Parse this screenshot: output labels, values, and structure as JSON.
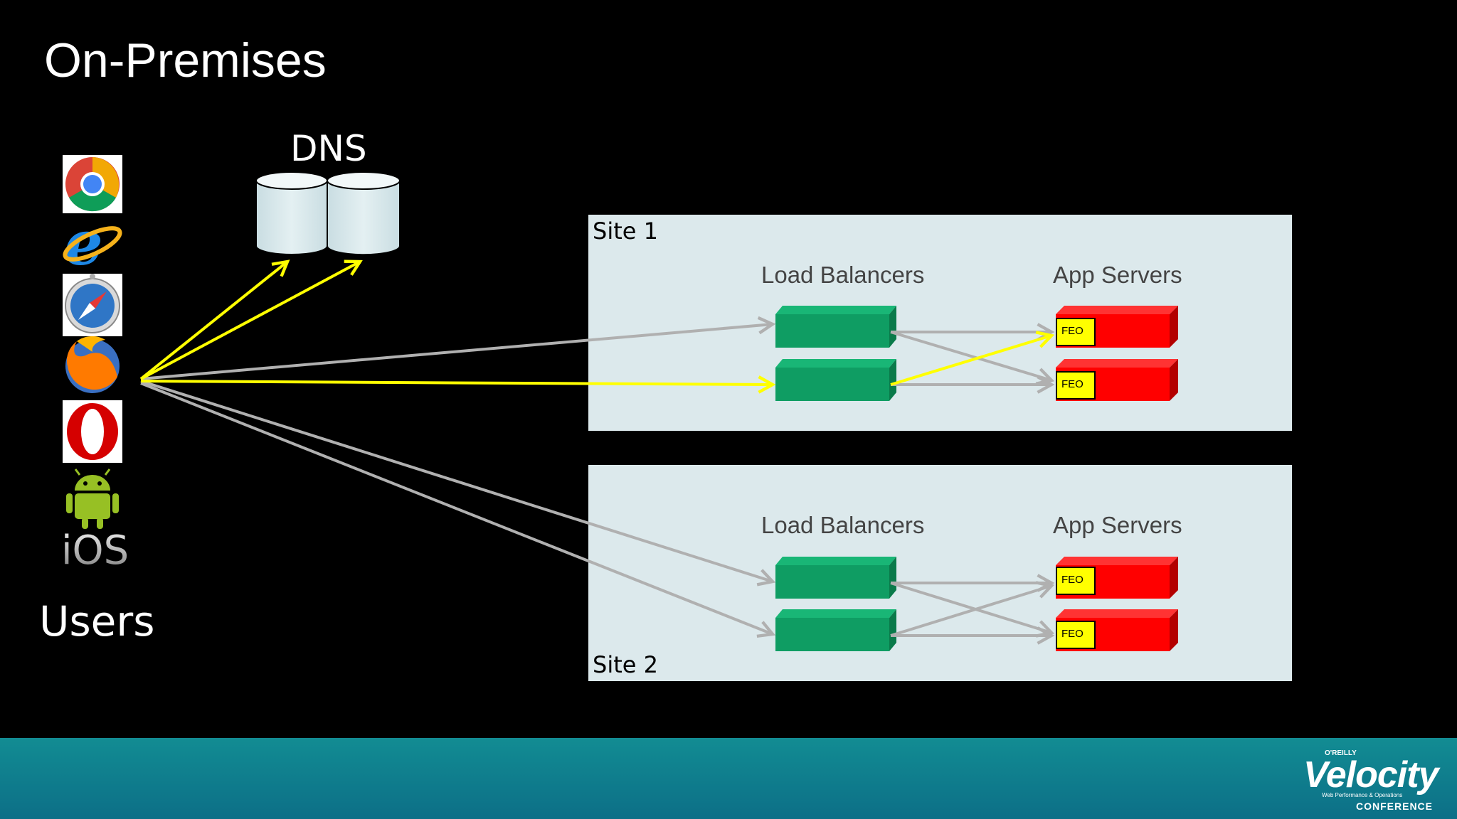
{
  "slide": {
    "title": "On-Premises",
    "dns_label": "DNS",
    "users_label": "Users",
    "ios_label": "iOS"
  },
  "clients": [
    "chrome-icon",
    "internet-explorer-icon",
    "safari-icon",
    "firefox-icon",
    "opera-icon",
    "android-icon",
    "ios-icon"
  ],
  "sites": [
    {
      "name": "Site 1",
      "lb_heading": "Load Balancers",
      "app_heading": "App Servers",
      "feo_labels": [
        "FEO",
        "FEO"
      ]
    },
    {
      "name": "Site 2",
      "lb_heading": "Load Balancers",
      "app_heading": "App Servers",
      "feo_labels": [
        "FEO",
        "FEO"
      ]
    }
  ],
  "brand": {
    "publisher": "O'REILLY",
    "name": "Velocity",
    "tagline": "Web Performance & Operations",
    "event": "CONFERENCE"
  },
  "colors": {
    "background": "#000000",
    "site_fill": "#dce9ec",
    "load_balancer": "#0f9d63",
    "app_server": "#ff0000",
    "feo_tag": "#ffff00",
    "highlight_arrow": "#ffff00",
    "normal_arrow": "#b0b0b0",
    "footer": "#0e7f8c"
  }
}
